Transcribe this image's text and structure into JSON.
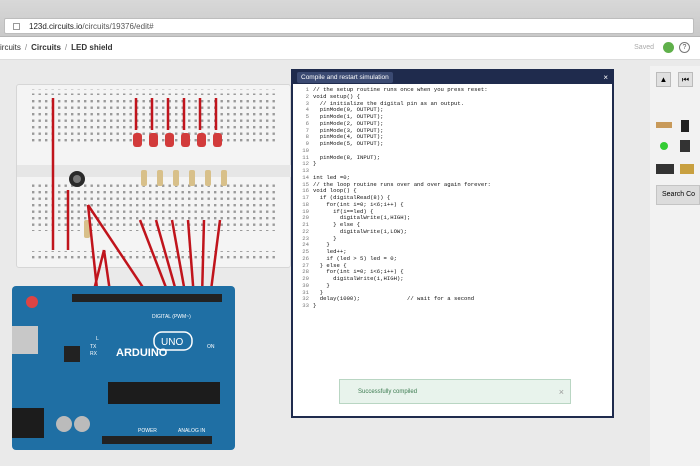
{
  "browser": {
    "url_host": "123d.circuits.io",
    "url_path": "/circuits/19376/edit#"
  },
  "breadcrumb": [
    "ircuits",
    "Circuits",
    "LED shield"
  ],
  "status": {
    "saved": "Saved",
    "help": "?"
  },
  "editor": {
    "compile_label": "Compile and restart simulation",
    "close": "×",
    "lines": [
      "// the setup routine runs once when you press reset:",
      "void setup() {",
      "  // initialize the digital pin as an output.",
      "  pinMode(0, OUTPUT);",
      "  pinMode(1, OUTPUT);",
      "  pinMode(2, OUTPUT);",
      "  pinMode(3, OUTPUT);",
      "  pinMode(4, OUTPUT);",
      "  pinMode(5, OUTPUT);",
      "",
      "  pinMode(8, INPUT);",
      "}",
      "",
      "int led =0;",
      "// the loop routine runs over and over again forever:",
      "void loop() {",
      "  if (digitalRead(8)) {",
      "    for(int i=0; i<6;i++) {",
      "      if(i==led) {",
      "        digitalWrite(i,HIGH);",
      "      } else {",
      "        digitalWrite(i,LOW);",
      "      }",
      "    }",
      "    led++;",
      "    if (led > 5) led = 0;",
      "  } else {",
      "    for(int i=0; i<6;i++) {",
      "      digitalWrite(i,HIGH);",
      "    }",
      "  }",
      "  delay(1000);              // wait for a second",
      "}"
    ],
    "toast": "Successfully compiled",
    "toast_close": "×"
  },
  "toolbar": {
    "pointer": "▲",
    "skip": "⏮"
  },
  "components_search": "Search Co",
  "board": {
    "brand": "ARDUINO",
    "model": "UNO",
    "digital_label": "DIGITAL (PWM~)",
    "power_label": "POWER",
    "analog_label": "ANALOG IN",
    "on_label": "ON",
    "l_label": "L",
    "tx_label": "TX",
    "rx_label": "RX"
  },
  "colors": {
    "wire": "#c0141c",
    "board": "#1f6fa4",
    "editor_frame": "#1f2b4d",
    "led": "#d23b3b"
  }
}
